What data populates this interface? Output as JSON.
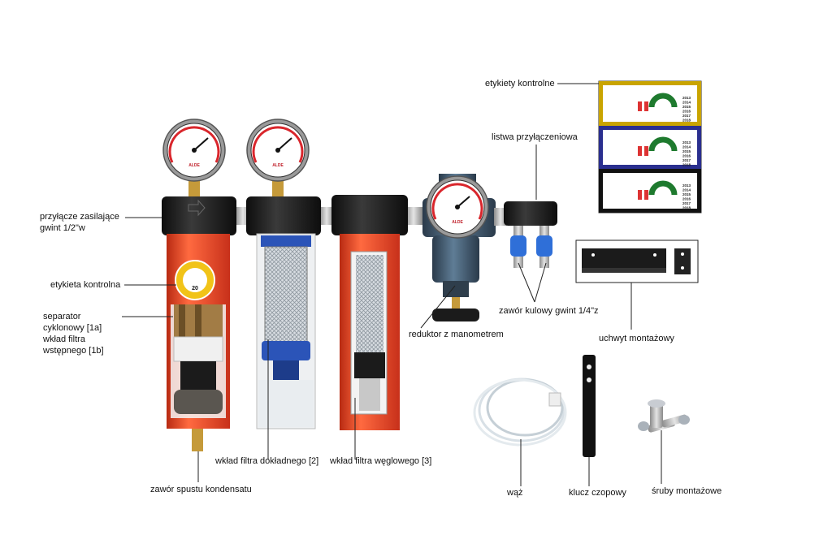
{
  "labels": {
    "supply_connector": "przyłącze zasilające\ngwint 1/2\"w",
    "control_label": "etykieta kontrolna",
    "separator": "separator\ncyklonowy [1a]\nwkład filtra\nwstępnego [1b]",
    "drain_valve": "zawór spustu kondensatu",
    "fine_filter": "wkład filtra dokładnego [2]",
    "carbon_filter": "wkład filtra węglowego [3]",
    "regulator": "reduktor z manometrem",
    "ball_valve": "zawór kulowy gwint 1/4\"z",
    "connection_strip": "listwa przyłączeniowa",
    "control_labels": "etykiety kontrolne",
    "mounting_bracket": "uchwyt montażowy",
    "hose": "wąż",
    "pin_wrench": "klucz czopowy",
    "mounting_screws": "śruby montażowe"
  },
  "gauges": [
    {
      "brand": "ALDE"
    },
    {
      "brand": "ALDE"
    },
    {
      "brand": "ALDE"
    }
  ],
  "control_sticker": {
    "value": "20"
  },
  "stickers": [
    {
      "years": [
        "2013",
        "2014",
        "2015",
        "2016",
        "2017",
        "2018"
      ],
      "accent": "#c9a400"
    },
    {
      "years": [
        "2013",
        "2014",
        "2015",
        "2016",
        "2017",
        "2018"
      ],
      "accent": "#2a2f8f"
    },
    {
      "years": [
        "2013",
        "2014",
        "2015",
        "2016",
        "2017",
        "2018"
      ],
      "accent": "#111111"
    }
  ],
  "colors": {
    "filter_red": "#e2401f",
    "cap_black": "#1b1b1b",
    "regulator_blue": "#3f5366",
    "element_blue": "#2b54b8",
    "brass": "#c59a3a",
    "leader": "#222222"
  }
}
